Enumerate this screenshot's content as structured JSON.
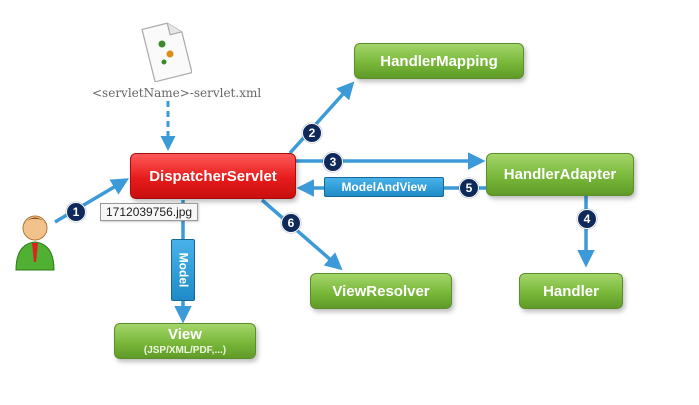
{
  "nodes": {
    "dispatcher": "DispatcherServlet",
    "handler_mapping": "HandlerMapping",
    "handler_adapter": "HandlerAdapter",
    "view_resolver": "ViewResolver",
    "handler": "Handler",
    "view_title": "View",
    "view_subtitle": "(JSP/XML/PDF,...)"
  },
  "labels": {
    "model_and_view": "ModelAndView",
    "model": "Model",
    "config_file": "<servletName>-servlet.xml",
    "image_tooltip": "1712039756.jpg"
  },
  "steps": [
    "1",
    "2",
    "3",
    "4",
    "5",
    "6"
  ],
  "colors": {
    "arrow": "#3d9ad8",
    "node_green": "#79b83a",
    "node_red": "#e61b1b",
    "badge": "#0f2a5a"
  },
  "icons": [
    "user-icon",
    "xml-file-icon"
  ]
}
